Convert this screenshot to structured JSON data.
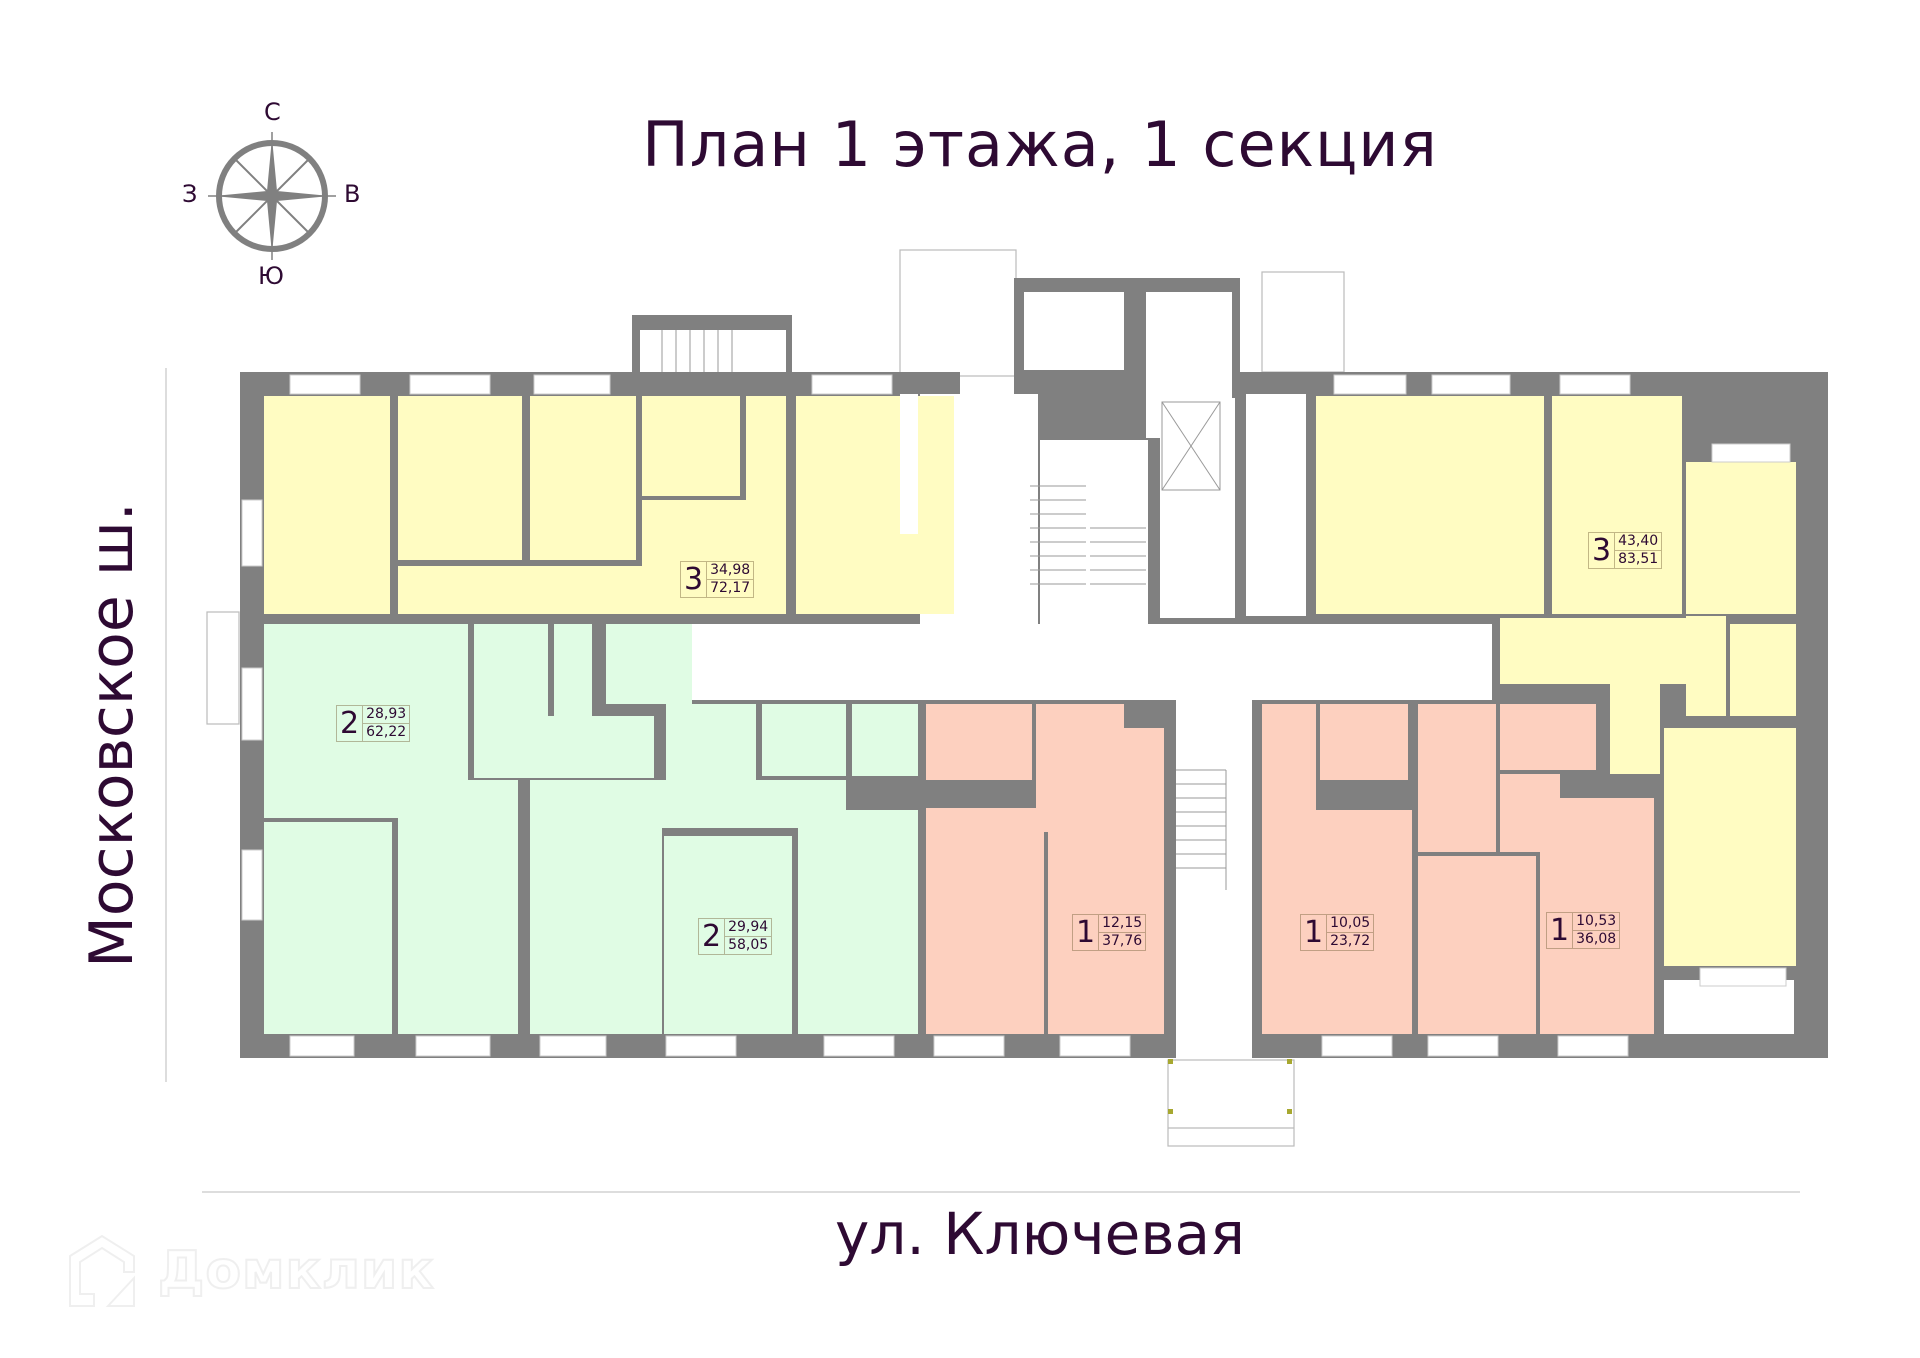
{
  "title": "План 1 этажа, 1 секция",
  "compass": {
    "north": "С",
    "south": "Ю",
    "west": "З",
    "east": "В",
    "icon": "compass-rose-icon"
  },
  "streets": {
    "bottom": "ул. Ключевая",
    "left": "Московское ш."
  },
  "watermark": {
    "text": "Домклик",
    "icon": "house-logo-icon"
  },
  "colors": {
    "text": "#2e0a33",
    "wall": "#808080",
    "three_room": "#fffcc2",
    "two_room": "#e0fce4",
    "one_room": "#fdd0bf"
  },
  "apartments": [
    {
      "id": "apt-3-west",
      "rooms": "3",
      "living_area": "34,98",
      "total_area": "72,17",
      "color": "#fffcc2"
    },
    {
      "id": "apt-2-northwest",
      "rooms": "2",
      "living_area": "28,93",
      "total_area": "62,22",
      "color": "#e0fce4"
    },
    {
      "id": "apt-2-south",
      "rooms": "2",
      "living_area": "29,94",
      "total_area": "58,05",
      "color": "#e0fce4"
    },
    {
      "id": "apt-1-a",
      "rooms": "1",
      "living_area": "12,15",
      "total_area": "37,76",
      "color": "#fdd0bf"
    },
    {
      "id": "apt-1-b",
      "rooms": "1",
      "living_area": "10,05",
      "total_area": "23,72",
      "color": "#fdd0bf"
    },
    {
      "id": "apt-1-c",
      "rooms": "1",
      "living_area": "10,53",
      "total_area": "36,08",
      "color": "#fdd0bf"
    },
    {
      "id": "apt-3-east",
      "rooms": "3",
      "living_area": "43,40",
      "total_area": "83,51",
      "color": "#fffcc2"
    }
  ]
}
